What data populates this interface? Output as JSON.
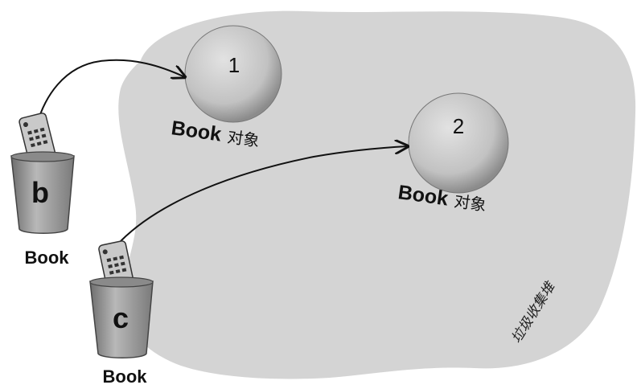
{
  "heap": {
    "label": "垃圾收集堆"
  },
  "objects": [
    {
      "number": "1",
      "label_bold": "Book",
      "label_rest": "对象"
    },
    {
      "number": "2",
      "label_bold": "Book",
      "label_rest": "对象"
    }
  ],
  "references": [
    {
      "var_name": "b",
      "type_label": "Book"
    },
    {
      "var_name": "c",
      "type_label": "Book"
    }
  ],
  "colors": {
    "heap": "#d4d4d4",
    "object": "#bdbdbd",
    "cup": "#9e9e9e",
    "arrow": "#111111"
  }
}
